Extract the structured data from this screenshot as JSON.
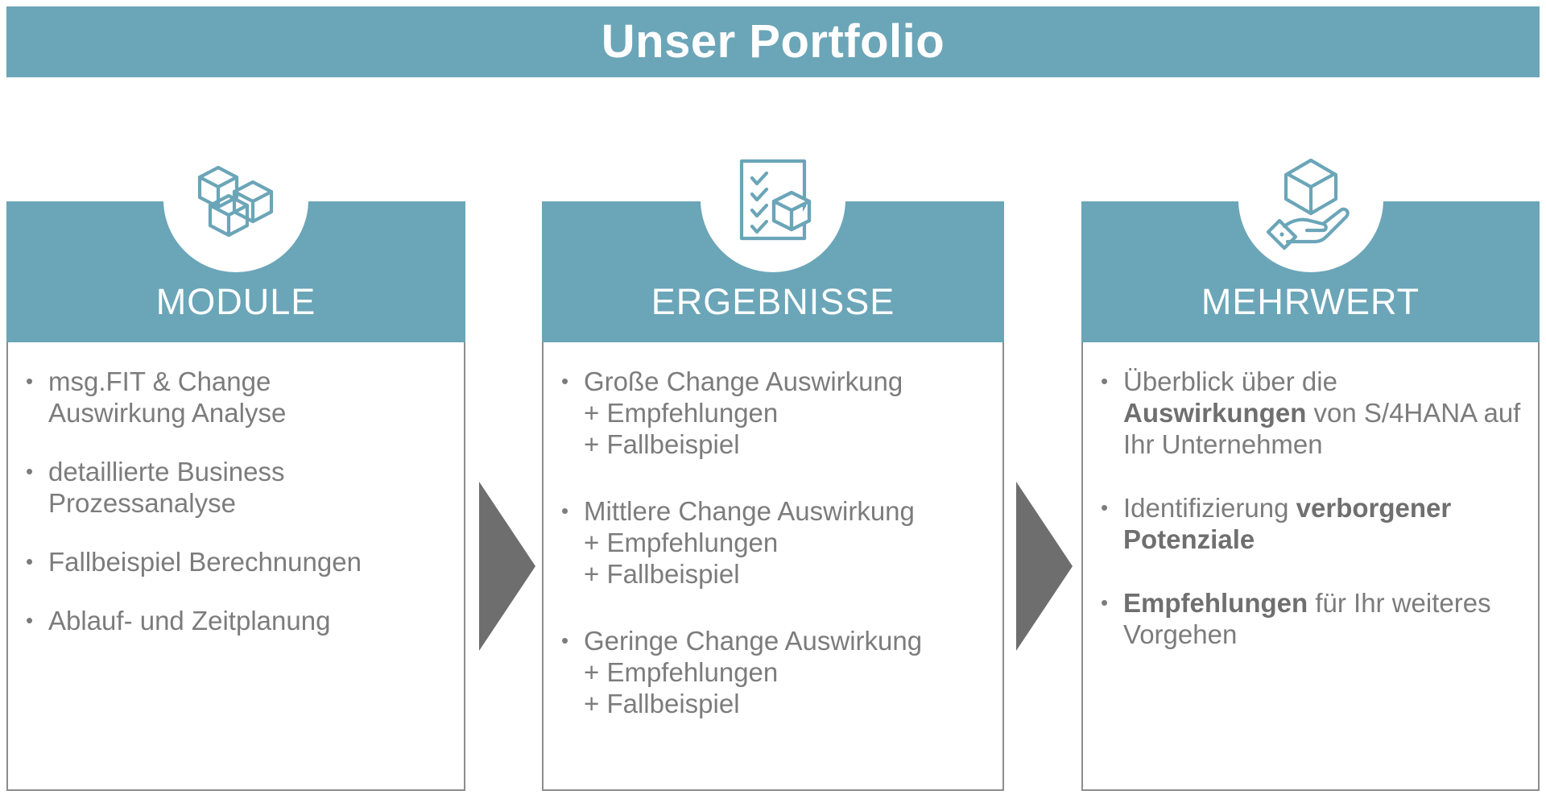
{
  "colors": {
    "teal": "#6BA5B8",
    "body_text": "#7c7c7c",
    "arrow_gray": "#6e6e6e",
    "border_gray": "#8d8d8d",
    "white": "#ffffff"
  },
  "header": {
    "title": "Unser Portfolio"
  },
  "columns": [
    {
      "id": "module",
      "label": "MODULE",
      "icon": "three-cubes-icon",
      "bullets": [
        {
          "lines": [
            "msg.FIT & Change",
            "Auswirkung Analyse"
          ]
        },
        {
          "lines": [
            "detaillierte Business",
            "Prozessanalyse"
          ]
        },
        {
          "lines": [
            "Fallbeispiel Berechnungen"
          ]
        },
        {
          "lines": [
            "Ablauf- und Zeitplanung"
          ]
        }
      ]
    },
    {
      "id": "ergebnisse",
      "label": "ERGEBNISSE",
      "icon": "checklist-cube-icon",
      "bullets": [
        {
          "lines": [
            "Große Change Auswirkung",
            "+ Empfehlungen",
            "+ Fallbeispiel"
          ]
        },
        {
          "lines": [
            "Mittlere Change Auswirkung",
            "+ Empfehlungen",
            "+ Fallbeispiel"
          ]
        },
        {
          "lines": [
            "Geringe Change Auswirkung",
            "+ Empfehlungen",
            "+ Fallbeispiel"
          ]
        }
      ]
    },
    {
      "id": "mehrwert",
      "label": "MEHRWERT",
      "icon": "hand-holding-cube-icon",
      "bullets": [
        {
          "rich": [
            {
              "text": "Überblick über die ",
              "bold": false
            },
            {
              "text": "Auswirkungen",
              "bold": true
            },
            {
              "text": " von S/4HANA auf Ihr Unternehmen",
              "bold": false
            }
          ]
        },
        {
          "rich": [
            {
              "text": "Identifizierung ",
              "bold": false
            },
            {
              "text": "verborgener Potenziale",
              "bold": true
            }
          ]
        },
        {
          "rich": [
            {
              "text": "Empfehlungen",
              "bold": true
            },
            {
              "text": " für Ihr weiteres Vorgehen",
              "bold": false
            }
          ]
        }
      ]
    }
  ],
  "arrows": [
    {
      "id": "arrow-module-to-ergebnisse",
      "direction": "right"
    },
    {
      "id": "arrow-ergebnisse-to-mehrwert",
      "direction": "right"
    }
  ]
}
